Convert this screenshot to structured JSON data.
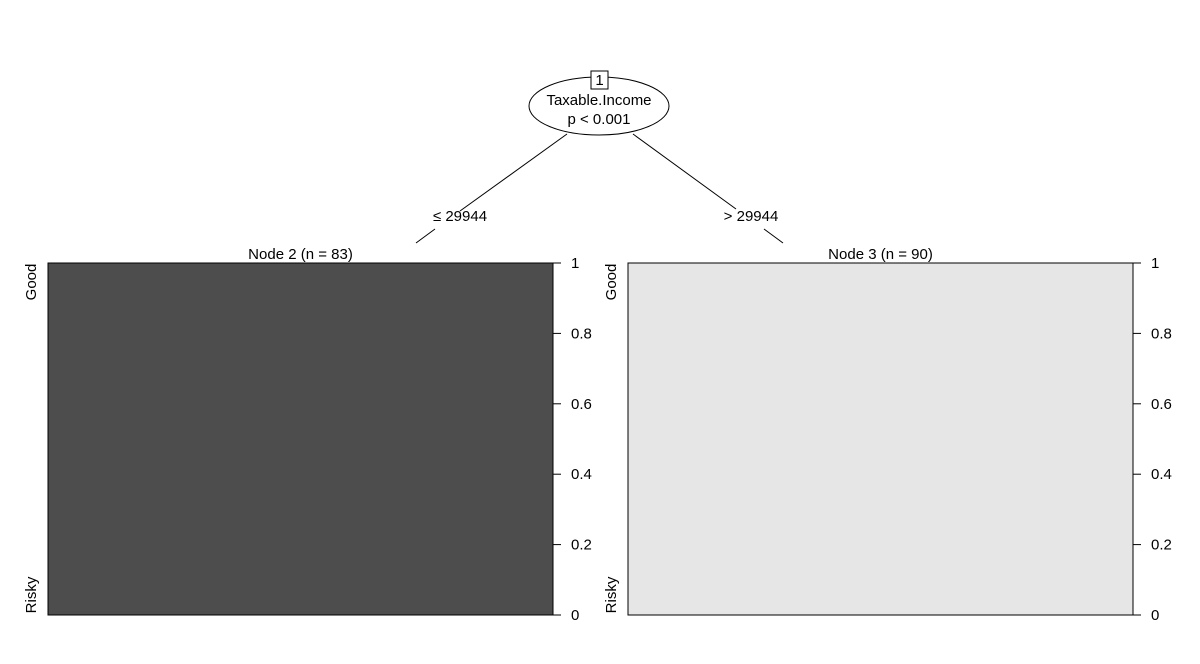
{
  "root": {
    "id": "1",
    "variable": "Taxable.Income",
    "pvalue": "p < 0.001"
  },
  "edges": {
    "left": "≤ 29944",
    "right": "> 29944"
  },
  "chart_data": [
    {
      "type": "bar",
      "title": "Node 2 (n = 83)",
      "categories": [
        "Risky",
        "Good"
      ],
      "values": [
        1.0,
        0.0
      ],
      "ylim": [
        0,
        1
      ],
      "yticks": [
        "0",
        "0.2",
        "0.4",
        "0.6",
        "0.8",
        "1"
      ],
      "fill": "#4d4d4d"
    },
    {
      "type": "bar",
      "title": "Node 3 (n = 90)",
      "categories": [
        "Risky",
        "Good"
      ],
      "values": [
        0.0,
        1.0
      ],
      "ylim": [
        0,
        1
      ],
      "yticks": [
        "0",
        "0.2",
        "0.4",
        "0.6",
        "0.8",
        "1"
      ],
      "fill": "#e6e6e6"
    }
  ]
}
